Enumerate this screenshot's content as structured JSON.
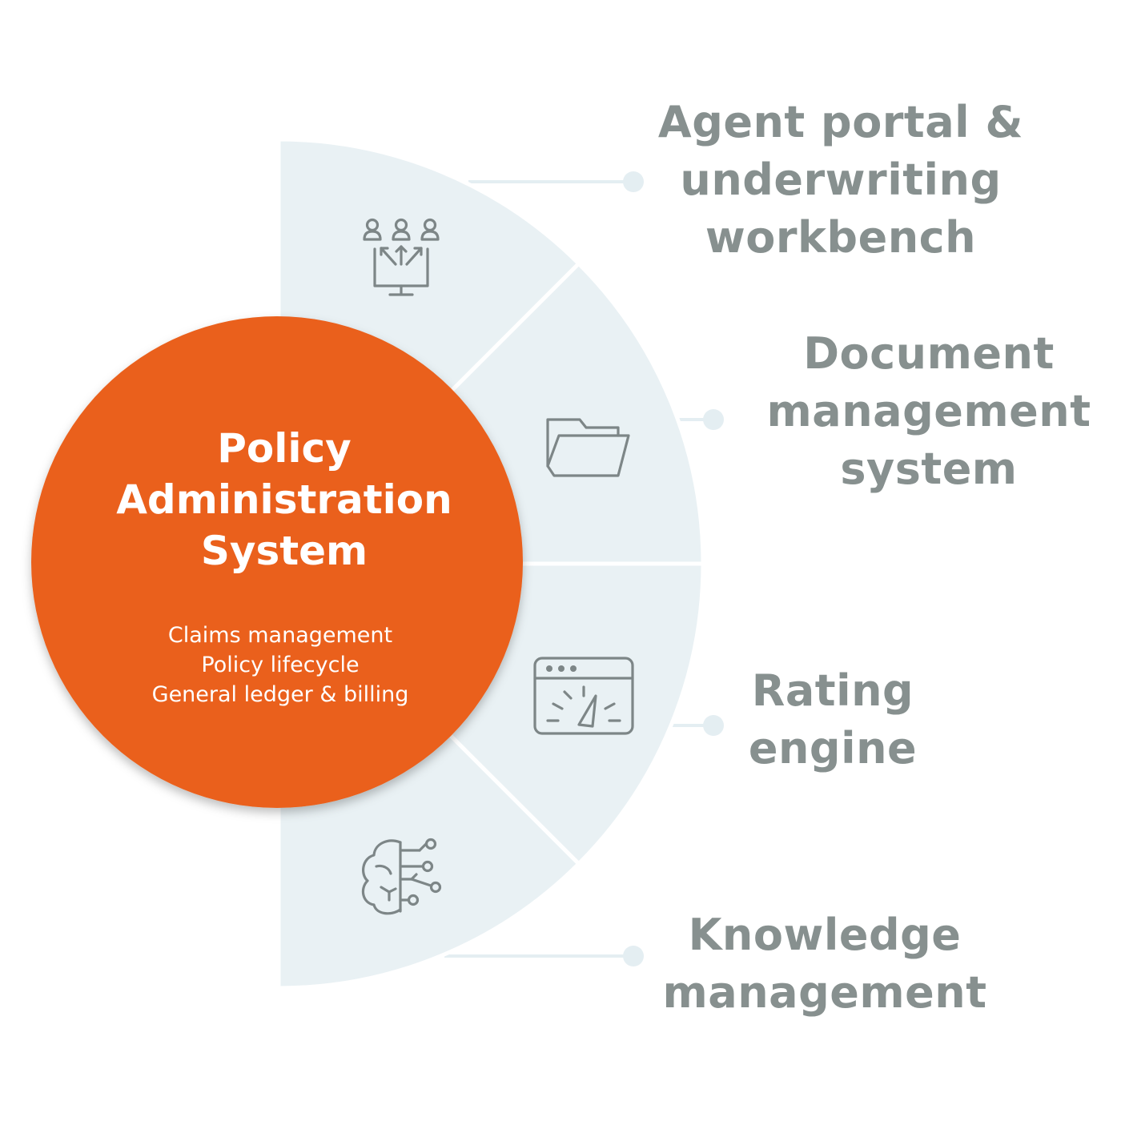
{
  "core": {
    "title_lines": [
      "Policy",
      "Administration",
      "System"
    ],
    "sub_items": [
      "Claims management",
      "Policy lifecycle",
      "General ledger & billing"
    ]
  },
  "modules": [
    {
      "lines": [
        "Agent portal &",
        "underwriting",
        "workbench"
      ],
      "icon": "agents-monitor-icon"
    },
    {
      "lines": [
        "Document",
        "management",
        "system"
      ],
      "icon": "folder-icon"
    },
    {
      "lines": [
        "Rating",
        "engine"
      ],
      "icon": "dashboard-gauge-icon"
    },
    {
      "lines": [
        "Knowledge",
        "management"
      ],
      "icon": "brain-circuit-icon"
    }
  ],
  "colors": {
    "core": "#ea601b",
    "segment": "#e9f1f4",
    "label": "#87908f",
    "icon": "#7d8687",
    "connector": "#e4eef2"
  }
}
